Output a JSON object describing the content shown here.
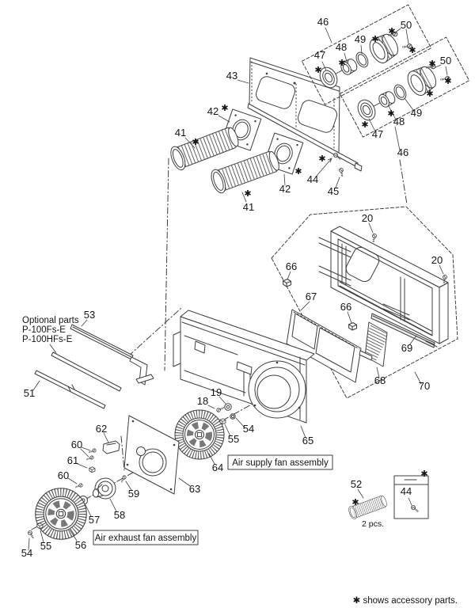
{
  "diagram": {
    "kind": "exploded-parts-diagram",
    "background": "#ffffff",
    "line_color": "#3e3e3e",
    "text_color": "#151515"
  },
  "part_numbers": {
    "p18": "18",
    "p19": "19",
    "p20": "20",
    "p41": "41",
    "p42": "42",
    "p43": "43",
    "p44": "44",
    "p45": "45",
    "p46": "46",
    "p47": "47",
    "p48": "48",
    "p49": "49",
    "p50": "50",
    "p51": "51",
    "p52": "52",
    "p53": "53",
    "p54": "54",
    "p55": "55",
    "p56": "56",
    "p57": "57",
    "p58": "58",
    "p59": "59",
    "p60": "60",
    "p61": "61",
    "p62": "62",
    "p63": "63",
    "p64": "64",
    "p65": "65",
    "p66": "66",
    "p67": "67",
    "p68": "68",
    "p69": "69",
    "p70": "70"
  },
  "notes": {
    "optional_parts_line1": "Optional parts",
    "optional_parts_line2": "P-100Fs-E",
    "optional_parts_line3": "P-100HFs-E",
    "air_supply_assembly": "Air supply fan assembly",
    "air_exhaust_assembly": "Air exhaust fan assembly",
    "hose_quantity": "2 pcs.",
    "accessory_footnote": "✱ shows accessory parts.",
    "accessory_mark": "✱"
  }
}
